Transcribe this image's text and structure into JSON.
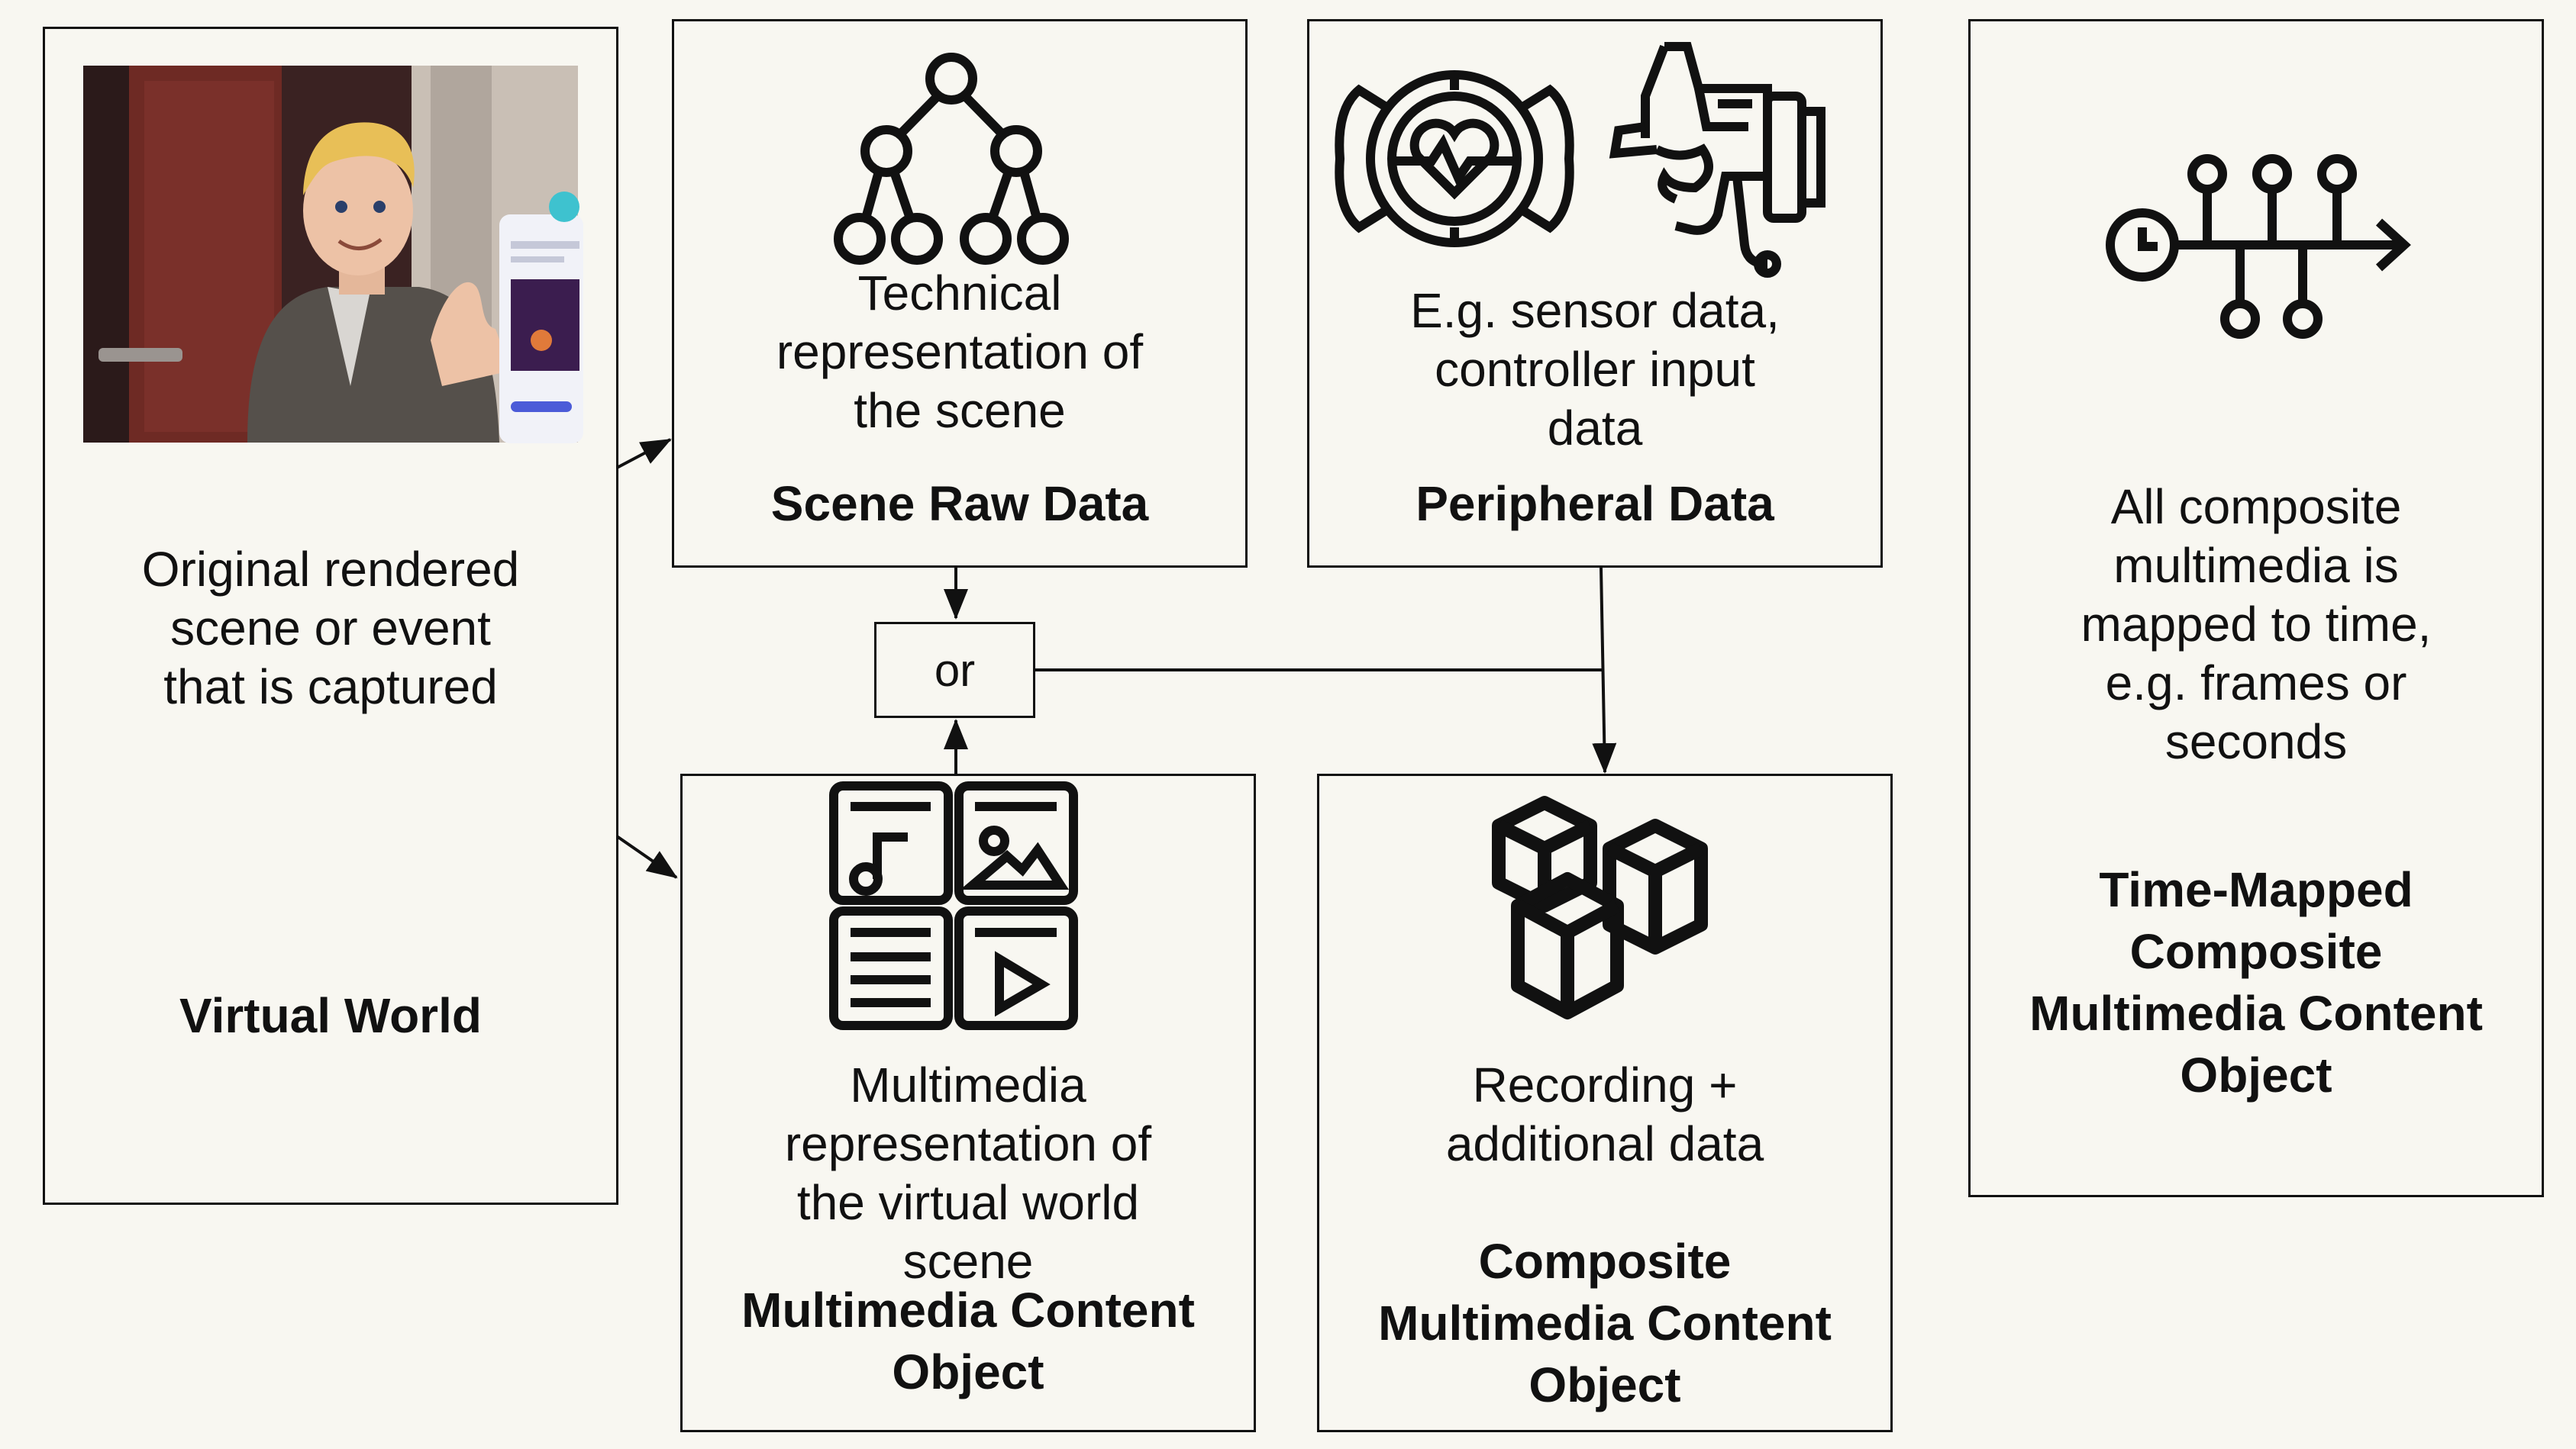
{
  "virtual_world": {
    "description": "Original rendered\nscene or event\nthat is captured",
    "title": "Virtual World"
  },
  "scene_raw": {
    "description": "Technical\nrepresentation of\nthe scene",
    "title": "Scene Raw Data"
  },
  "peripheral": {
    "description": "E.g. sensor data,\ncontroller input\ndata",
    "title": "Peripheral Data"
  },
  "time_mapped": {
    "description": "All composite\nmultimedia is\nmapped to time,\ne.g. frames or\nseconds",
    "title": "Time-Mapped\nComposite\nMultimedia Content\nObject"
  },
  "or_label": "or",
  "multimedia": {
    "description": "Multimedia\nrepresentation of\nthe virtual world\nscene",
    "title": "Multimedia Content\nObject"
  },
  "composite": {
    "description": "Recording +\nadditional data",
    "title": "Composite\nMultimedia Content\nObject"
  },
  "icons": {
    "screenshot": "vr-avatar-screenshot",
    "scene_raw": "tree-hierarchy-icon",
    "peripheral": [
      "smartwatch-heart-icon",
      "vr-controller-icon"
    ],
    "time_mapped": "timeline-clock-icon",
    "multimedia": "media-grid-icon",
    "composite": "cubes-icon"
  }
}
